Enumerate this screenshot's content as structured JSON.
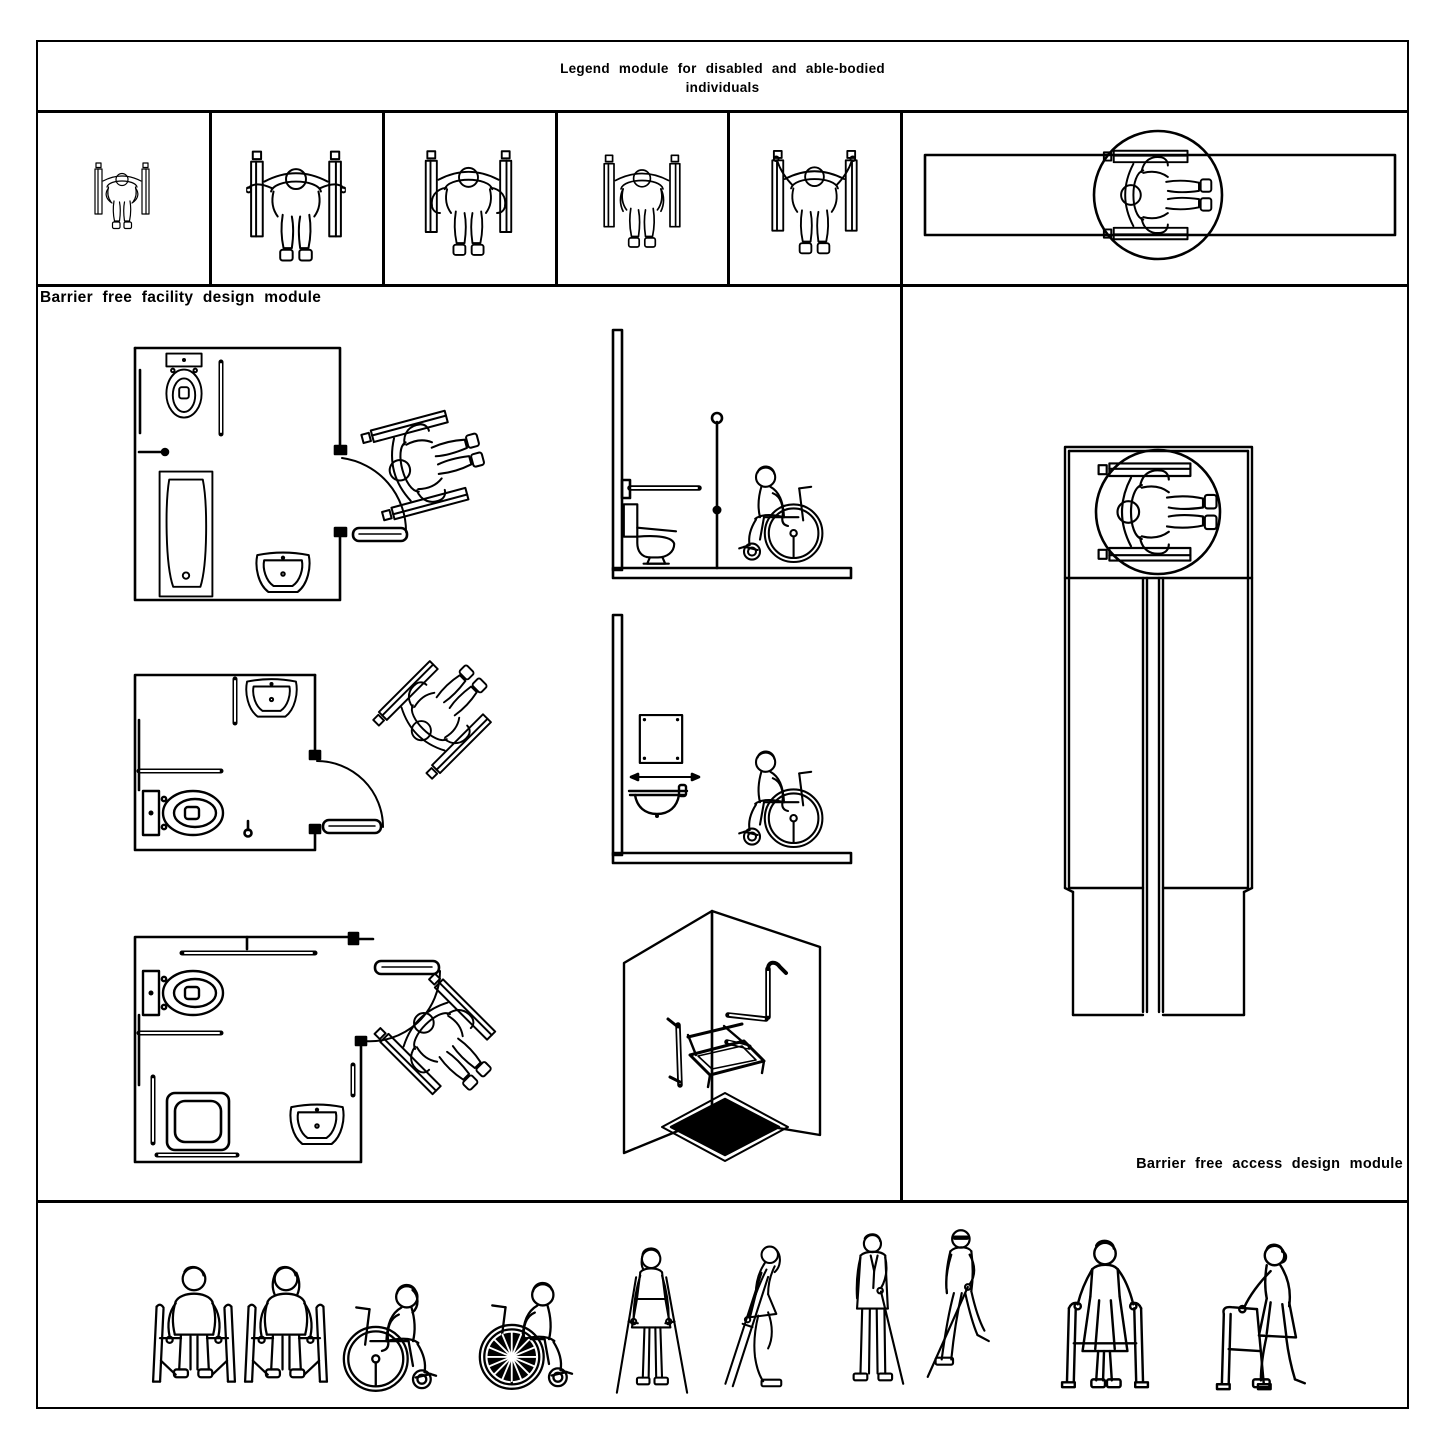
{
  "colors": {
    "ink": "#000000",
    "paper": "#ffffff"
  },
  "header": {
    "title_line1": "Legend module for disabled and able-bodied",
    "title_line2": "individuals"
  },
  "legend_row": {
    "cells": [
      {
        "name": "wheelchair-top-view-arms-folded"
      },
      {
        "name": "wheelchair-top-view-arms-outstretched"
      },
      {
        "name": "wheelchair-top-view-hands-on-wheels"
      },
      {
        "name": "wheelchair-top-view-arms-at-sides"
      },
      {
        "name": "wheelchair-top-view-arms-raised"
      }
    ],
    "corridor_cell": {
      "name": "wheelchair-clearance-in-corridor"
    }
  },
  "facility_module": {
    "label": "Barrier free facility design module",
    "drawings": [
      "bathroom-plan-with-bathtub-and-wheelchair",
      "toilet-room-plan-with-wheelchair",
      "shower-room-plan-with-wheelchair",
      "toilet-elevation-with-wheelchair-user",
      "washbasin-mirror-elevation-with-wheelchair-user",
      "shower-corner-isometric-with-folding-seat"
    ]
  },
  "access_module": {
    "label": "Barrier free access design module",
    "drawings": [
      "double-ramp-plan-with-wheelchair-symbol"
    ]
  },
  "figures_row": {
    "items": [
      "wheelchair-user-front-male",
      "wheelchair-user-front-female",
      "wheelchair-user-side-female",
      "wheelchair-user-side-male",
      "crutches-user-front",
      "crutches-user-side",
      "blind-man-with-cane-standing",
      "blind-man-with-cane-walking",
      "elderly-person-with-walker-front",
      "elderly-person-with-walker-side"
    ]
  }
}
